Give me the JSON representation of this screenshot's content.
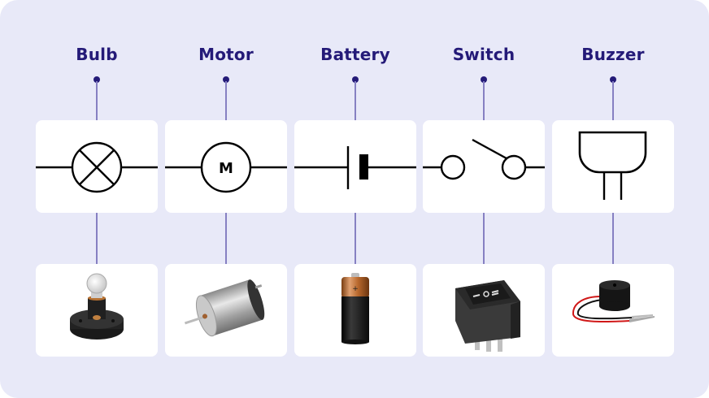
{
  "components": [
    {
      "id": "bulb",
      "name": "Bulb",
      "symbol": "lamp-symbol",
      "photo": "bulb-photo"
    },
    {
      "id": "motor",
      "name": "Motor",
      "symbol": "motor-symbol",
      "symbol_text": "M",
      "photo": "motor-photo"
    },
    {
      "id": "battery",
      "name": "Battery",
      "symbol": "cell-symbol",
      "photo_text": "+",
      "photo": "battery-photo"
    },
    {
      "id": "switch",
      "name": "Switch",
      "symbol": "open-switch-symbol",
      "photo": "rocker-switch-photo"
    },
    {
      "id": "buzzer",
      "name": "Buzzer",
      "symbol": "buzzer-symbol",
      "photo": "buzzer-photo"
    }
  ],
  "colors": {
    "background": "#e8e9f8",
    "label": "#241a78",
    "connector": "#8680c2",
    "card": "#ffffff",
    "symbol_stroke": "#000000"
  }
}
